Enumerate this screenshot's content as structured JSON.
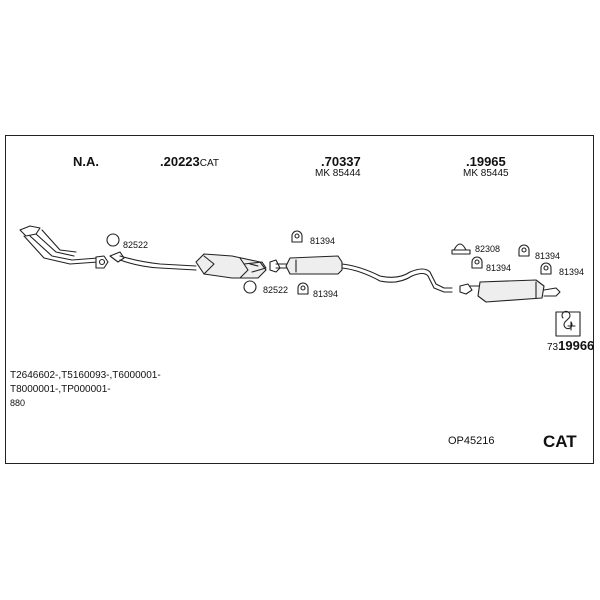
{
  "header": {
    "na_label": "N.A.",
    "catalyst_num": ".20223",
    "catalyst_suffix": "CAT",
    "middle_num": ".70337",
    "middle_mk": "MK 85444",
    "rear_num": ".19965",
    "rear_mk": "MK 85445"
  },
  "parts": {
    "p82522_top": "82522",
    "p82522_bottom": "82522",
    "p81394_a": "81394",
    "p81394_b": "81394",
    "p82308": "82308",
    "p81394_c": "81394",
    "p81394_d": "81394",
    "p81394_e": "81394",
    "code_prefix": "73",
    "code_main": "19966"
  },
  "footer": {
    "line1": "T2646602-,T5160093-,T6000001-",
    "line2": "T8000001-,TP000001-",
    "line3": "880",
    "set_code": "OP45216",
    "cat_label": "CAT"
  }
}
